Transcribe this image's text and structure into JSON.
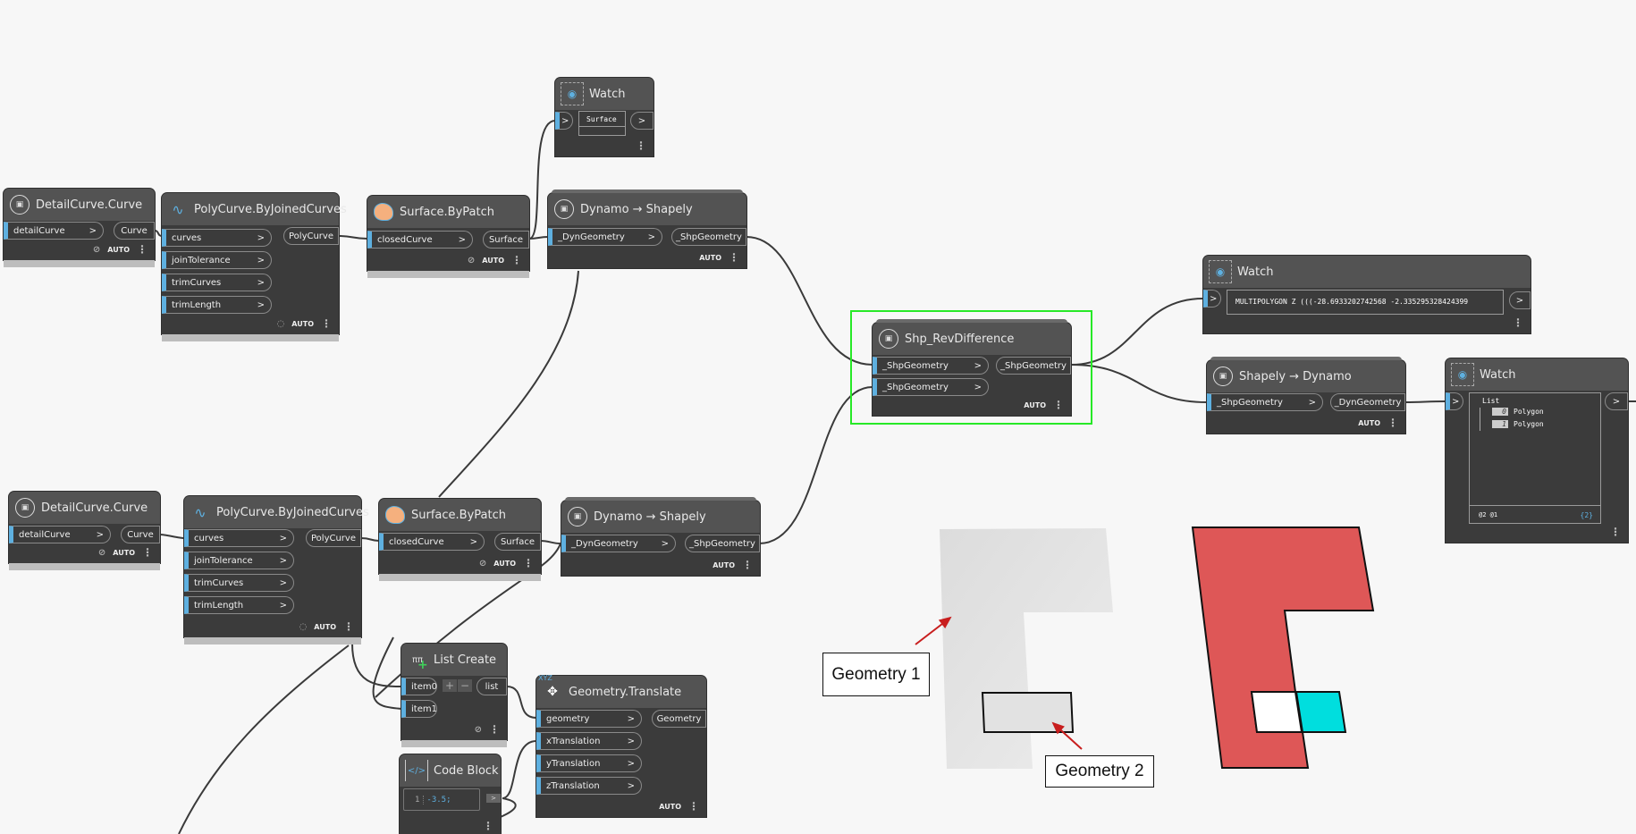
{
  "nodes": {
    "detail_curve_top": {
      "title": "DetailCurve.Curve",
      "inputs": [
        "detailCurve"
      ],
      "output": "Curve",
      "run": "AUTO"
    },
    "polycurve_top": {
      "title": "PolyCurve.ByJoinedCurves",
      "inputs": [
        "curves",
        "joinTolerance",
        "trimCurves",
        "trimLength"
      ],
      "output": "PolyCurve",
      "run": "AUTO"
    },
    "surface_patch_top": {
      "title": "Surface.ByPatch",
      "inputs": [
        "closedCurve"
      ],
      "output": "Surface",
      "run": "AUTO"
    },
    "watch_top": {
      "title": "Watch",
      "in_label": ">",
      "out_label": ">",
      "value": "Surface"
    },
    "dyn_to_shp_top": {
      "title": "Dynamo → Shapely",
      "inputs": [
        "_DynGeometry"
      ],
      "output": "_ShpGeometry",
      "run": "AUTO"
    },
    "rev_difference": {
      "title": "Shp_RevDifference",
      "inputs": [
        "_ShpGeometry",
        "_ShpGeometry"
      ],
      "output": "_ShpGeometry",
      "run": "AUTO"
    },
    "watch_multipolygon": {
      "title": "Watch",
      "in_label": ">",
      "out_label": ">",
      "value": "MULTIPOLYGON Z (((-28.6933202742568 -2.335295328424399"
    },
    "shp_to_dyn": {
      "title": "Shapely → Dynamo",
      "inputs": [
        "_ShpGeometry"
      ],
      "output": "_DynGeometry",
      "run": "AUTO"
    },
    "watch_list": {
      "title": "Watch",
      "in_label": ">",
      "out_label": ">",
      "list_header": "List",
      "items": [
        {
          "index": "0",
          "value": "Polygon"
        },
        {
          "index": "1",
          "value": "Polygon"
        }
      ],
      "levels": "@2 @1",
      "count": "{2}"
    },
    "detail_curve_bottom": {
      "title": "DetailCurve.Curve",
      "inputs": [
        "detailCurve"
      ],
      "output": "Curve",
      "run": "AUTO"
    },
    "polycurve_bottom": {
      "title": "PolyCurve.ByJoinedCurves",
      "inputs": [
        "curves",
        "joinTolerance",
        "trimCurves",
        "trimLength"
      ],
      "output": "PolyCurve",
      "run": "AUTO"
    },
    "surface_patch_bottom": {
      "title": "Surface.ByPatch",
      "inputs": [
        "closedCurve"
      ],
      "output": "Surface",
      "run": "AUTO"
    },
    "dyn_to_shp_bottom": {
      "title": "Dynamo → Shapely",
      "inputs": [
        "_DynGeometry"
      ],
      "output": "_ShpGeometry",
      "run": "AUTO"
    },
    "list_create": {
      "title": "List Create",
      "inputs": [
        "item0",
        "item1"
      ],
      "output": "list",
      "add": "+",
      "remove": "−"
    },
    "geometry_translate": {
      "title": "Geometry.Translate",
      "icon_text": "XYZ",
      "inputs": [
        "geometry",
        "xTranslation",
        "yTranslation",
        "zTranslation"
      ],
      "output": "Geometry",
      "run": "AUTO"
    },
    "code_block": {
      "title": "Code Block",
      "icon_text": "</>",
      "line_number": "1",
      "code": "-3.5;",
      "out_label": ">"
    }
  },
  "annotations": {
    "geometry1_label": "Geometry 1",
    "geometry2_label": "Geometry 2"
  },
  "colors": {
    "canvas": "#f7f7f7",
    "node_body": "#3b3b3b",
    "node_header": "#535353",
    "port_accent": "#5eb0e0",
    "selection": "#27e927",
    "result_fill": "#de5757",
    "intersection_fill": "#00dede",
    "input_geometry_fill": "#e0e0e0",
    "arrow": "#c81e1e"
  }
}
